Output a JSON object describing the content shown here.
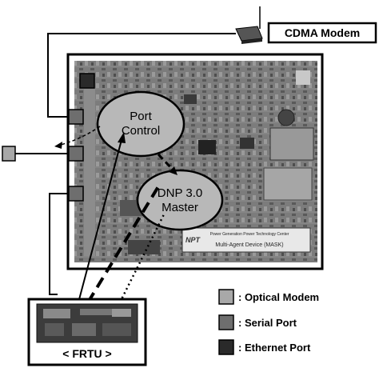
{
  "diagram": {
    "cdma_label": "CDMA Modem",
    "port_control_line1": "Port",
    "port_control_line2": "Control",
    "dnp_line1": "DNP 3.0",
    "dnp_line2": "Master",
    "board_caption_line1": "Power Generation Power Technology Center",
    "board_caption_line2": "Multi-Agent Device (MASK)",
    "npt_logo": "NPT",
    "frtu_label": "< FRTU >"
  },
  "legend": {
    "items": [
      {
        "label": ": Optical Modem",
        "color": "#a8a8a8"
      },
      {
        "label": ": Serial Port",
        "color": "#6e6e6e"
      },
      {
        "label": ": Ethernet Port",
        "color": "#2a2a2a"
      }
    ]
  },
  "colors": {
    "optical": "#a8a8a8",
    "serial": "#6e6e6e",
    "ethernet": "#2a2a2a",
    "board": "#7a7a7a",
    "ellipse": "#b8b8b8"
  }
}
